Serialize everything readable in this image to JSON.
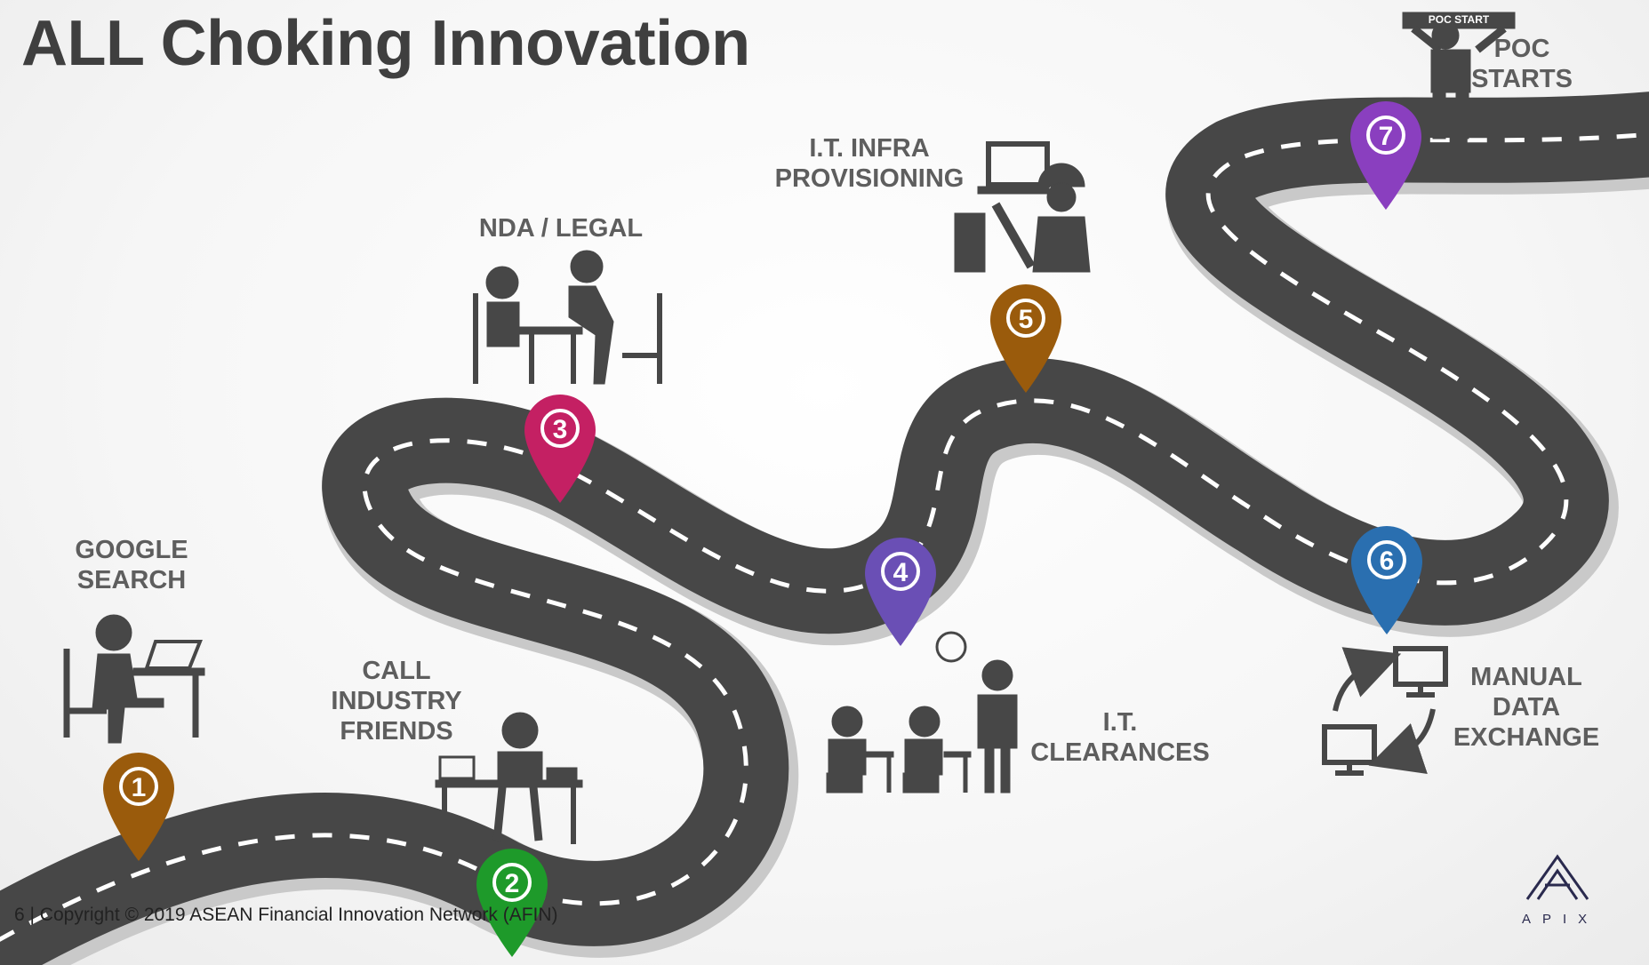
{
  "title": "ALL Choking Innovation",
  "steps": [
    {
      "number": "1",
      "label_lines": [
        "GOOGLE",
        "SEARCH"
      ],
      "color": "#9a5b0c"
    },
    {
      "number": "2",
      "label_lines": [
        "CALL",
        "INDUSTRY",
        "FRIENDS"
      ],
      "color": "#1e9a2a"
    },
    {
      "number": "3",
      "label_lines": [
        "NDA / LEGAL"
      ],
      "color": "#c42063"
    },
    {
      "number": "4",
      "label_lines": [
        "I.T.",
        "CLEARANCES"
      ],
      "color": "#6a4fb5"
    },
    {
      "number": "5",
      "label_lines": [
        "I.T. INFRA",
        "PROVISIONING"
      ],
      "color": "#9a5b0c"
    },
    {
      "number": "6",
      "label_lines": [
        "MANUAL",
        "DATA",
        "EXCHANGE"
      ],
      "color": "#2a6fb0"
    },
    {
      "number": "7",
      "label_lines": [
        "POC",
        "STARTS"
      ],
      "color": "#8a3fbf"
    }
  ],
  "poc_sign": "POC START",
  "footer": "6  |  Copyright © 2019 ASEAN Financial Innovation Network (AFIN)",
  "logo": {
    "text": "APIX",
    "icon": "apix-logo-icon"
  },
  "icons": [
    "person-at-laptop-icon",
    "person-on-phone-icon",
    "meeting-icon",
    "office-workers-icon",
    "it-engineer-icon",
    "computer-exchange-icon",
    "person-holding-sign-icon"
  ]
}
